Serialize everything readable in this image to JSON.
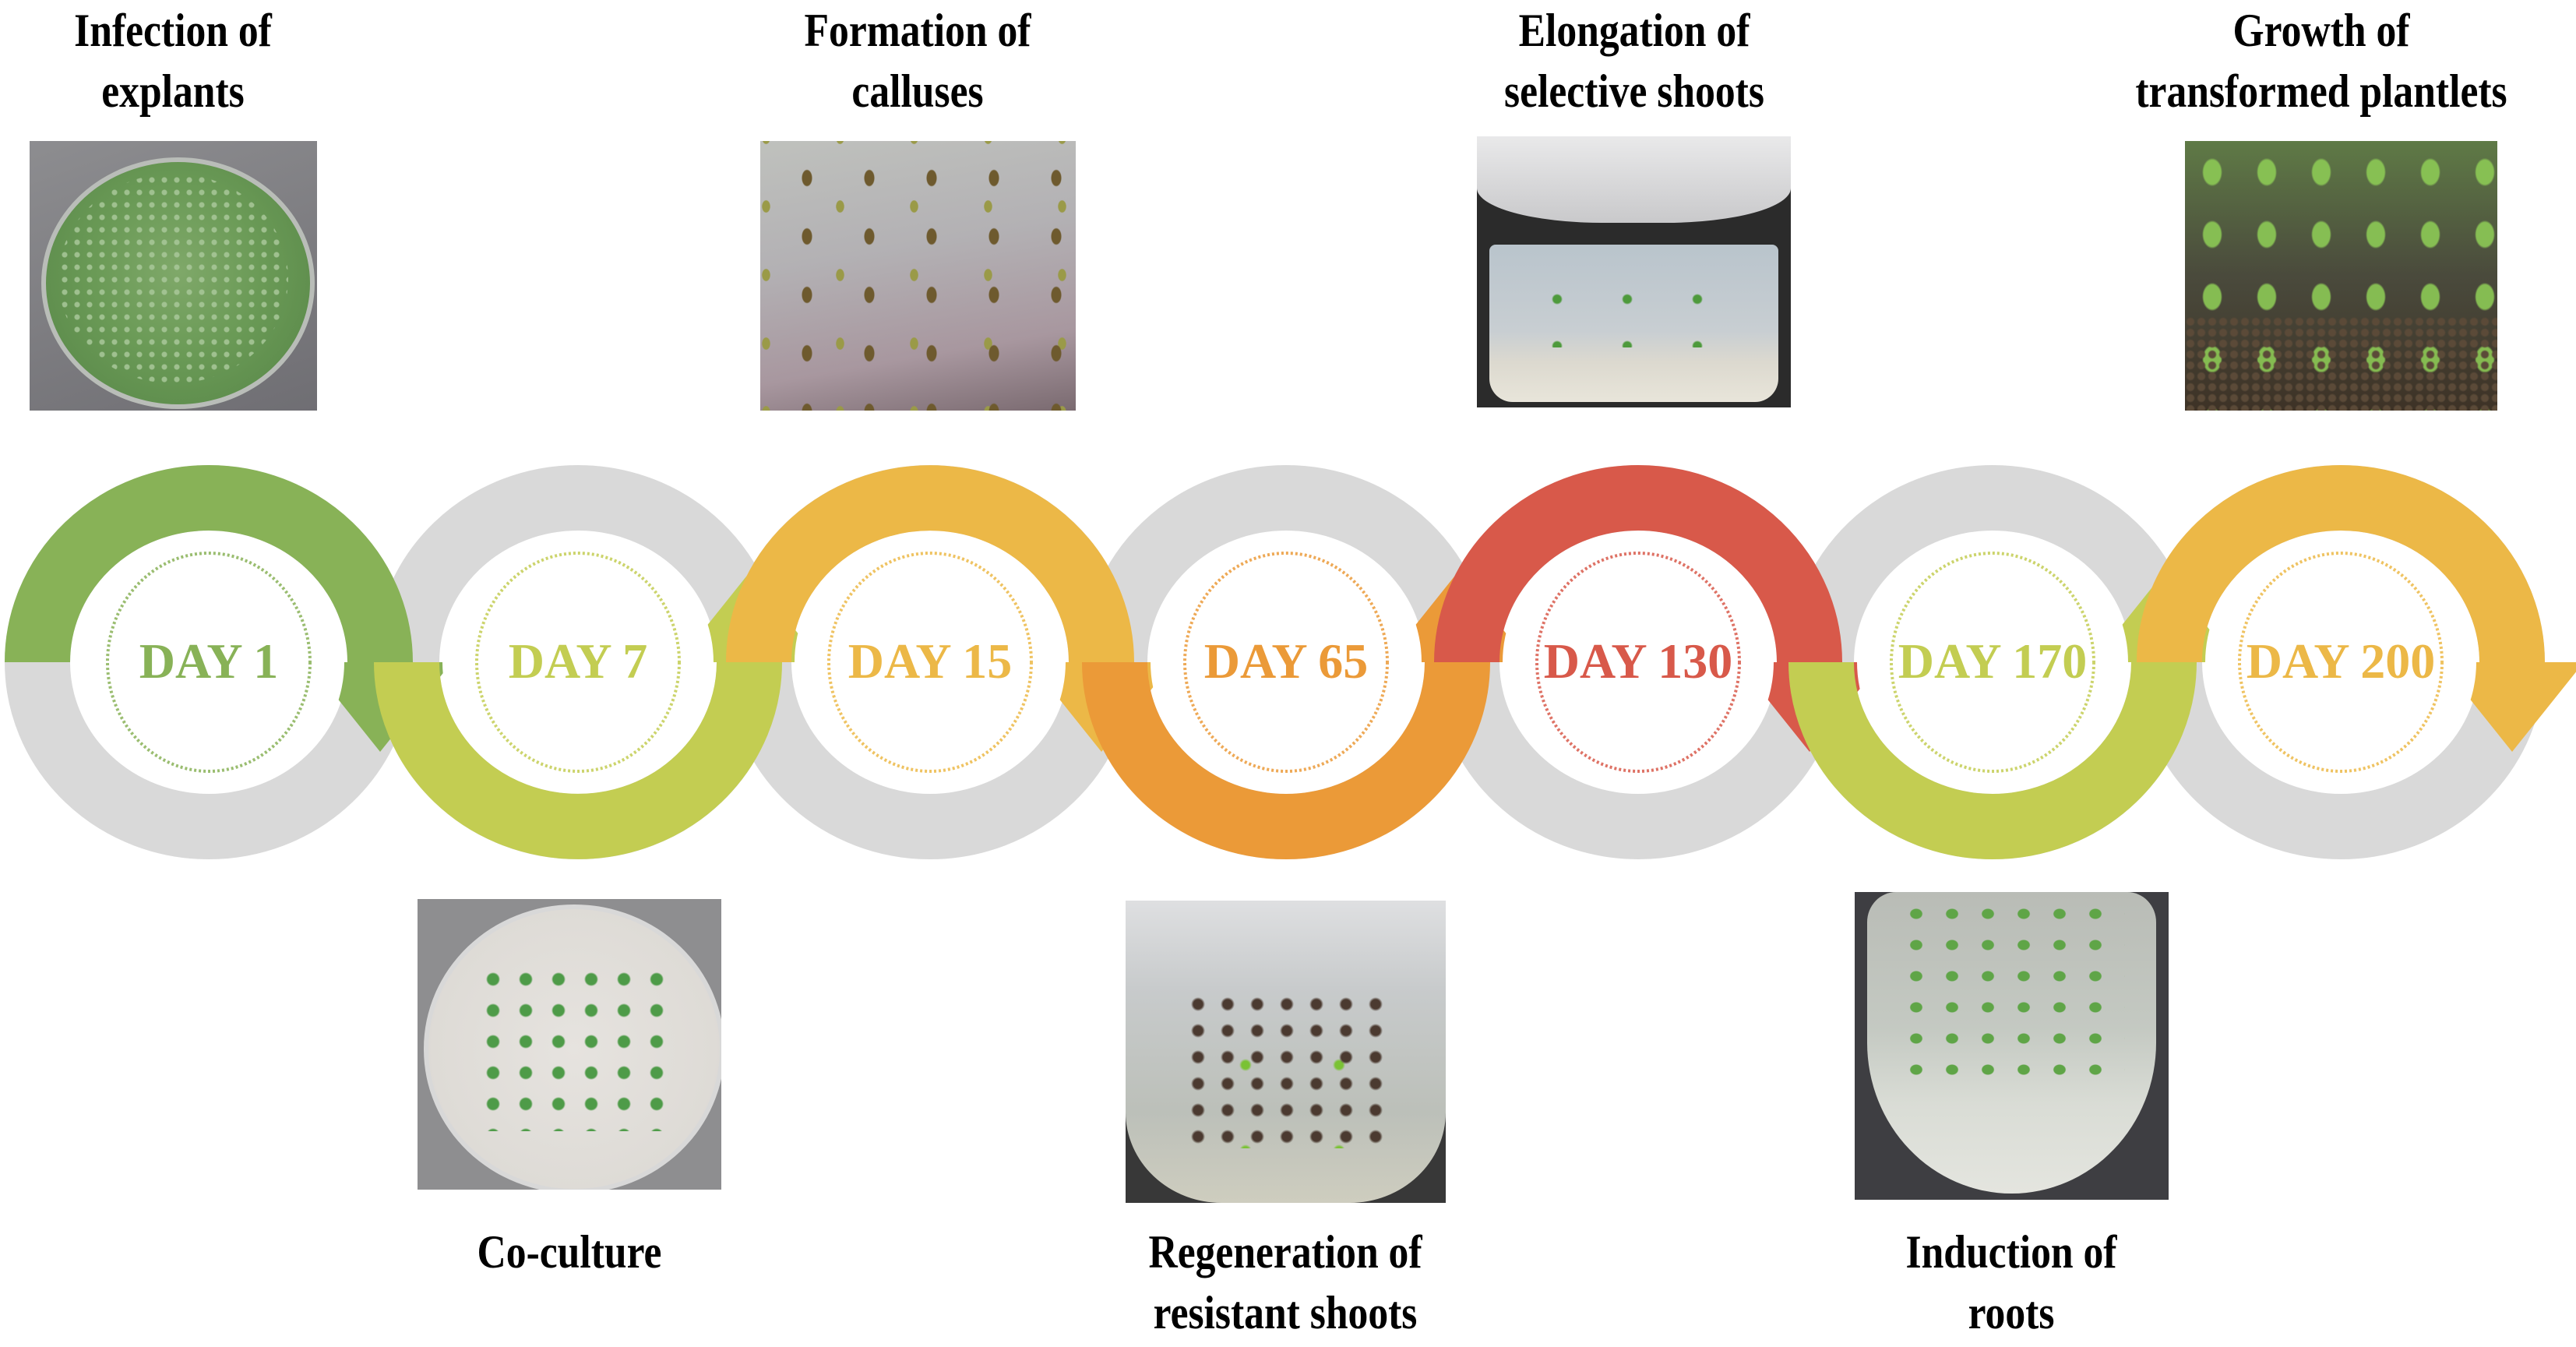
{
  "stages": [
    {
      "id": "s1",
      "day": "DAY 1",
      "title_lines": [
        "Infection of",
        "explants"
      ],
      "position": "top",
      "color": "#88b257",
      "photo_desc": "petri dish with many green leaf explants"
    },
    {
      "id": "s2",
      "day": "DAY 7",
      "title_lines": [
        "Co-culture"
      ],
      "position": "bottom",
      "color": "#c3cd52",
      "photo_desc": "petri dish with scattered green leaf pieces on white medium"
    },
    {
      "id": "s3",
      "day": "DAY 15",
      "title_lines": [
        "Formation of",
        "calluses"
      ],
      "position": "top",
      "color": "#ecb847",
      "photo_desc": "brown and yellow calluses on medium"
    },
    {
      "id": "s4",
      "day": "DAY 65",
      "title_lines": [
        "Regeneration of",
        "resistant shoots"
      ],
      "position": "bottom",
      "color": "#eb9a38",
      "photo_desc": "glass jar with brown calli and small green shoots"
    },
    {
      "id": "s5",
      "day": "DAY 130",
      "title_lines": [
        "Elongation of",
        "selective shoots"
      ],
      "position": "top",
      "color": "#d8594a",
      "photo_desc": "glass jar with elongating green shoots"
    },
    {
      "id": "s6",
      "day": "DAY 170",
      "title_lines": [
        "Induction of",
        "roots"
      ],
      "position": "bottom",
      "color": "#c3cd52",
      "photo_desc": "flask with rooted green plantlets"
    },
    {
      "id": "s7",
      "day": "DAY 200",
      "title_lines": [
        "Growth of",
        "transformed plantlets"
      ],
      "position": "top",
      "color": "#ecb847",
      "photo_desc": "plantlets growing in soil seedling tray"
    }
  ],
  "colors": {
    "ring_gray": "#d9d9d9",
    "text": "#000000",
    "background": "#ffffff"
  }
}
